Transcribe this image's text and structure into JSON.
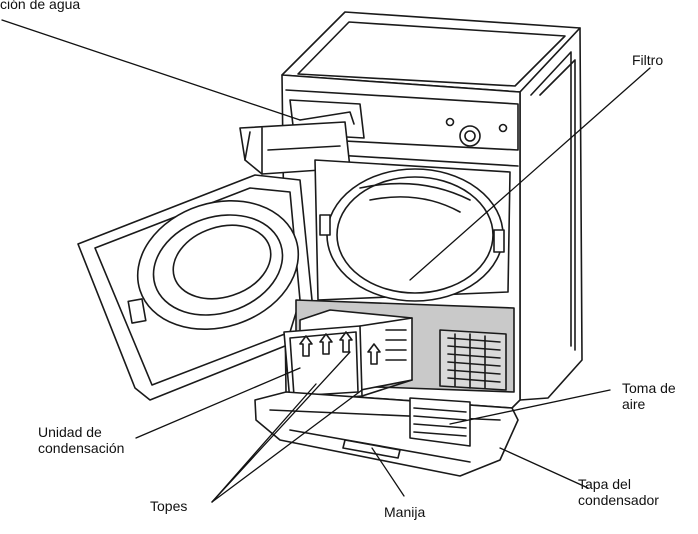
{
  "colors": {
    "ink": "#1a1a1a",
    "panel_shade": "#c9c9c9",
    "line": "#111111",
    "background": "#ffffff"
  },
  "labels": {
    "deposito": "ción de agua",
    "filtro": "Filtro",
    "toma_line1": "Toma de",
    "toma_line2": "aire",
    "unidad_line1": "Unidad de",
    "unidad_line2": "condensación",
    "topes": "Topes",
    "manija": "Manija",
    "tapa_line1": "Tapa del",
    "tapa_line2": "condensador"
  }
}
